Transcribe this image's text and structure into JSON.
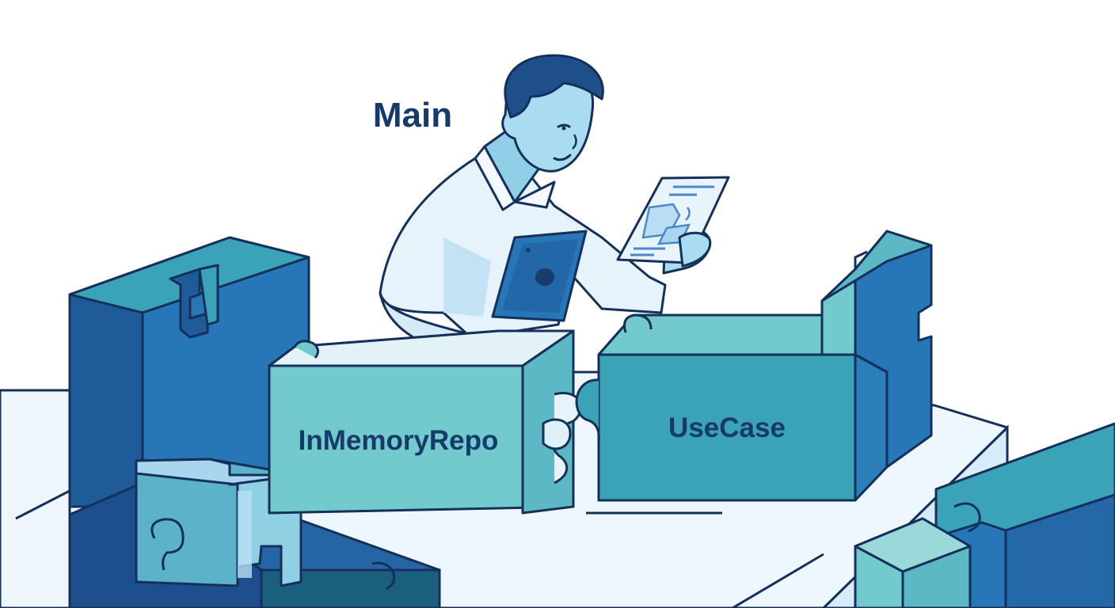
{
  "labels": {
    "main": "Main",
    "repo": "InMemoryRepo",
    "usecase": "UseCase"
  },
  "colors": {
    "outline": "#15305a",
    "navy": "#1f5b99",
    "blue": "#2676b8",
    "teal": "#3aa3b8",
    "teal_light": "#72cacd",
    "sky": "#a9d6ee",
    "shirt": "#e6f3fb",
    "skin": "#a9dcf0",
    "hair": "#1f4f8a",
    "table": "#eef7fd"
  },
  "icons": {
    "person": "person-holding-tablets-icon",
    "tablet_dark": "dark-tablet-icon",
    "tablet_doc": "puzzle-document-tablet-icon"
  }
}
